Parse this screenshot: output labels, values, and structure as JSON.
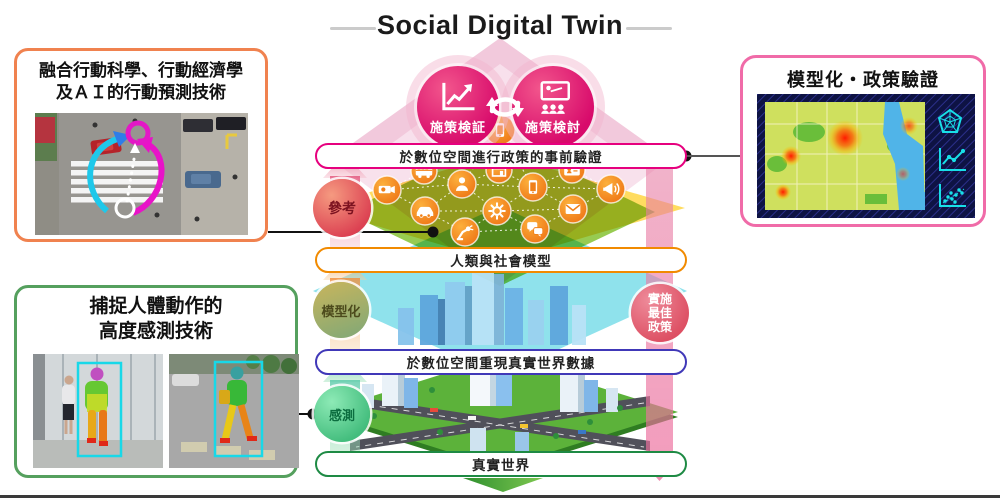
{
  "title": "Social Digital Twin",
  "left_top_box": {
    "title_line1": "融合行動科學、行動經濟學",
    "title_line2": "及ＡＩ的行動預測技術",
    "photo": "aerial-crosswalk-with-prediction-arrows"
  },
  "left_bottom_box": {
    "title_line1": "捕捉人體動作的",
    "title_line2": "高度感測技術",
    "photos": [
      "pedestrians-thermal-overlay-bounding-box",
      "walking-person-thermal-overlay-bounding-box"
    ]
  },
  "right_box": {
    "title": "模型化・政策驗證",
    "image": "city-heatmap-with-analytics-icons",
    "panel_icons": [
      "radar-chart-icon",
      "line-chart-icon",
      "scatter-plot-icon"
    ]
  },
  "cycle": {
    "left_label": "施策検証",
    "right_label": "施策検討",
    "left_icon": "trend-chart-icon",
    "right_icon": "presentation-meeting-icon",
    "between_icon": "loop-arrows-icon"
  },
  "banners": {
    "policy_verification": "於數位空間進行政策的事前驗證",
    "human_society_model": "人類與社會模型",
    "digital_reproduction": "於數位空間重現真實世界數據",
    "real_world": "真實世界"
  },
  "badges": {
    "reference": "參考",
    "modeling": "模型化",
    "sensing": "感測",
    "implement_line1": "實施",
    "implement_line2": "最佳",
    "implement_line3": "政策"
  },
  "network_icons": [
    {
      "name": "smartphone"
    },
    {
      "name": "bus"
    },
    {
      "name": "store"
    },
    {
      "name": "id-card"
    },
    {
      "name": "cctv-camera"
    },
    {
      "name": "person"
    },
    {
      "name": "mobile-device"
    },
    {
      "name": "megaphone"
    },
    {
      "name": "car"
    },
    {
      "name": "gear"
    },
    {
      "name": "mail"
    },
    {
      "name": "robot-arm"
    },
    {
      "name": "chat"
    }
  ],
  "colors": {
    "banner1_border": "#e6007e",
    "banner2_border": "#f18a00",
    "banner3_border": "#4038b8",
    "banner4_border": "#1e8a44",
    "box_behavior_border": "#f0824f",
    "box_sensing_border": "#55a05e",
    "box_modeling_border": "#f06ba8",
    "cycle_circle": "#d80a6b",
    "network_icon": "#f7941e",
    "diamond_pink": "#f2c9dc",
    "diamond_yellow": "#ffd94e",
    "diamond_green": "#8cc63e",
    "diamond_cyan": "#7bdde9",
    "analytics_cyan": "#18dfe8"
  }
}
